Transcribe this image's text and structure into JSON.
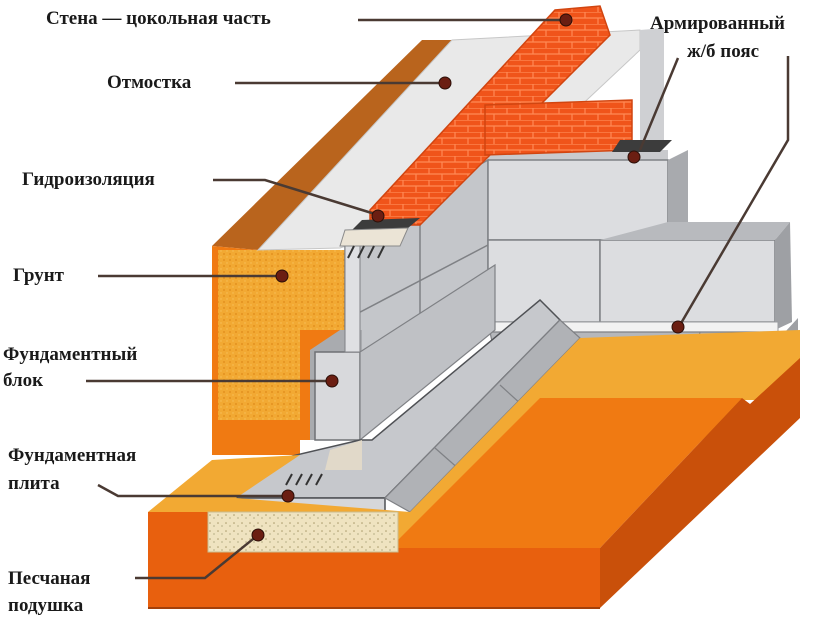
{
  "title": "Ленточный фундамент из блоков — схема",
  "colors": {
    "brick": "#f0541a",
    "brick_dark": "#c93e10",
    "soil_orange": "#f07a12",
    "soil_dark": "#c8530a",
    "ground_yellow": "#f2a933",
    "concrete_light": "#dcdde0",
    "concrete_mid": "#b6b8bc",
    "concrete_dark": "#8e9094",
    "sand": "#efe3c0",
    "blind_area": "#e9e9e9",
    "blind_area_edge": "#b9641d",
    "waterproofing": "#3c3c3c",
    "leader": "#4a3a33",
    "pin": "#6b1e12"
  },
  "labels": {
    "wall_plinth": "Стена — цокольная часть",
    "blind_area": "Отмостка",
    "reinforced_belt_line1": "Армированный",
    "reinforced_belt_line2": "ж/б пояс",
    "waterproofing": "Гидроизоляция",
    "soil": "Грунт",
    "foundation_block_line1": "Фундаментный",
    "foundation_block_line2": "блок",
    "foundation_slab_line1": "Фундаментная",
    "foundation_slab_line2": "плита",
    "sand_cushion_line1": "Песчаная",
    "sand_cushion_line2": "подушка"
  }
}
